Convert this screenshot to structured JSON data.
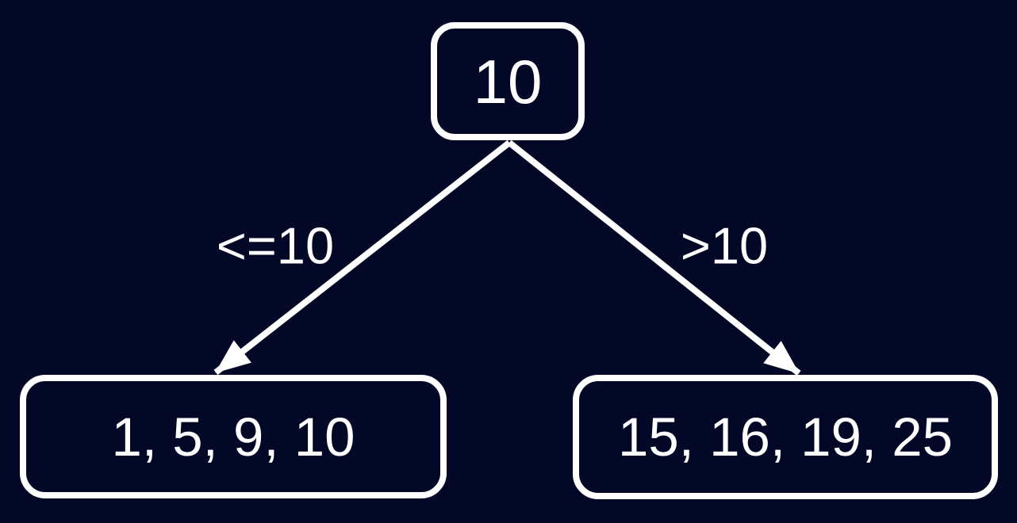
{
  "diagram": {
    "type": "binary-decision-tree",
    "colors": {
      "background": "#040827",
      "stroke": "#ffffff",
      "text": "#ffffff"
    },
    "root": {
      "label": "10"
    },
    "edges": [
      {
        "side": "left",
        "label": "<=10"
      },
      {
        "side": "right",
        "label": ">10"
      }
    ],
    "leaves": [
      {
        "label": "1, 5, 9, 10"
      },
      {
        "label": "15, 16, 19, 25"
      }
    ]
  }
}
